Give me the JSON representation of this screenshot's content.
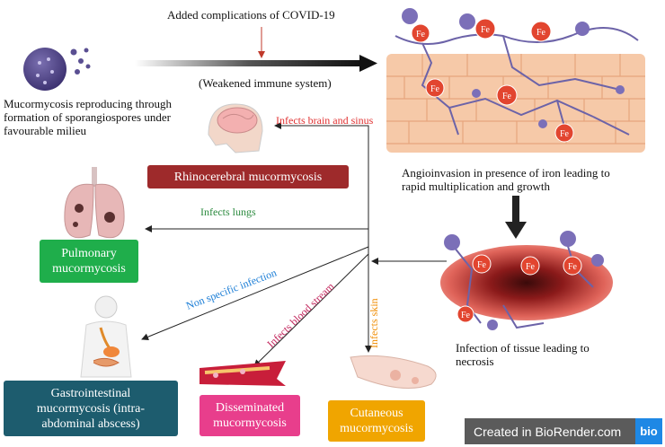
{
  "header": {
    "complications": "Added complications of COVID-19",
    "weakened": "(Weakened immune system)"
  },
  "origin": {
    "description": "Mucormycosis reproducing through formation of sporangiospores under favourable milieu"
  },
  "angioinvasion": {
    "caption": "Angioinvasion in presence of iron leading to rapid multiplication and growth",
    "iron_label": "Fe"
  },
  "tissue": {
    "caption": "Infection of tissue leading to necrosis"
  },
  "routes": {
    "brain": "Infects brain and sinus",
    "lungs": "Infects lungs",
    "non_specific": "Non specific infection",
    "blood": "Infects blood stream",
    "skin": "Infects skin"
  },
  "outcomes": {
    "rhinocerebral": "Rhinocerebral mucormycosis",
    "pulmonary": "Pulmonary mucormycosis",
    "gastrointestinal": "Gastrointestinal mucormycosis (intra-abdominal abscess)",
    "disseminated": "Disseminated mucormycosis",
    "cutaneous": "Cutaneous mucormycosis"
  },
  "watermark": {
    "created_in": "Created in BioRender.com",
    "logo": "bio"
  },
  "colors": {
    "rhinocerebral": "#9e2a2b",
    "pulmonary": "#1fae4b",
    "gastrointestinal": "#1d5c6e",
    "disseminated": "#e83e8c",
    "cutaneous": "#f0a500",
    "brain_label": "#e03131",
    "lungs_label": "#2b8a3e",
    "non_specific_label": "#1c7ed6",
    "blood_label": "#c2255c",
    "skin_label": "#f08c00"
  }
}
